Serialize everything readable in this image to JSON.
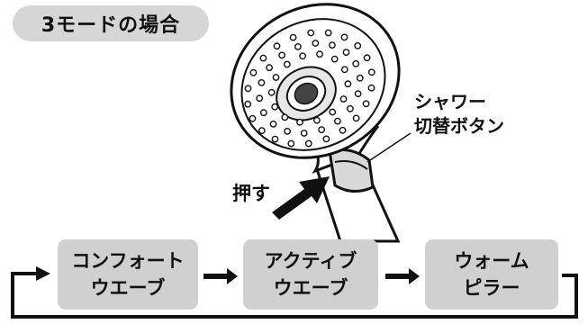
{
  "badge": {
    "text": "3モードの場合"
  },
  "button_label": {
    "line1": "シャワー",
    "line2": "切替ボタン"
  },
  "push_label": "押す",
  "modes": [
    {
      "line1": "コンフォート",
      "line2": "ウエーブ"
    },
    {
      "line1": "アクティブ",
      "line2": "ウエーブ"
    },
    {
      "line1": "ウォーム",
      "line2": "ピラー"
    }
  ]
}
